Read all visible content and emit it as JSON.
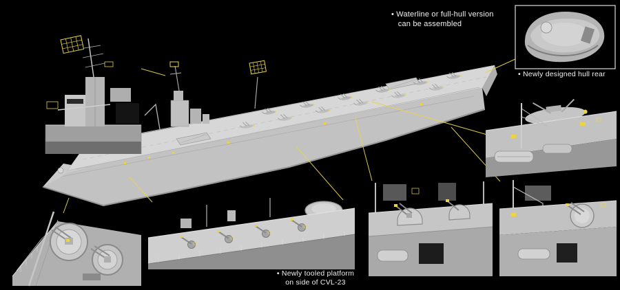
{
  "captions": {
    "assembly": "• Waterline or full-hull version\n   can be assembled",
    "hull_rear": "• Newly designed hull rear",
    "platform": "• Newly tooled platform\non side of CVL-23"
  },
  "colors": {
    "connector_yellow": "#e8d34a",
    "bg": "#000000",
    "text": "#f0f0f0"
  }
}
